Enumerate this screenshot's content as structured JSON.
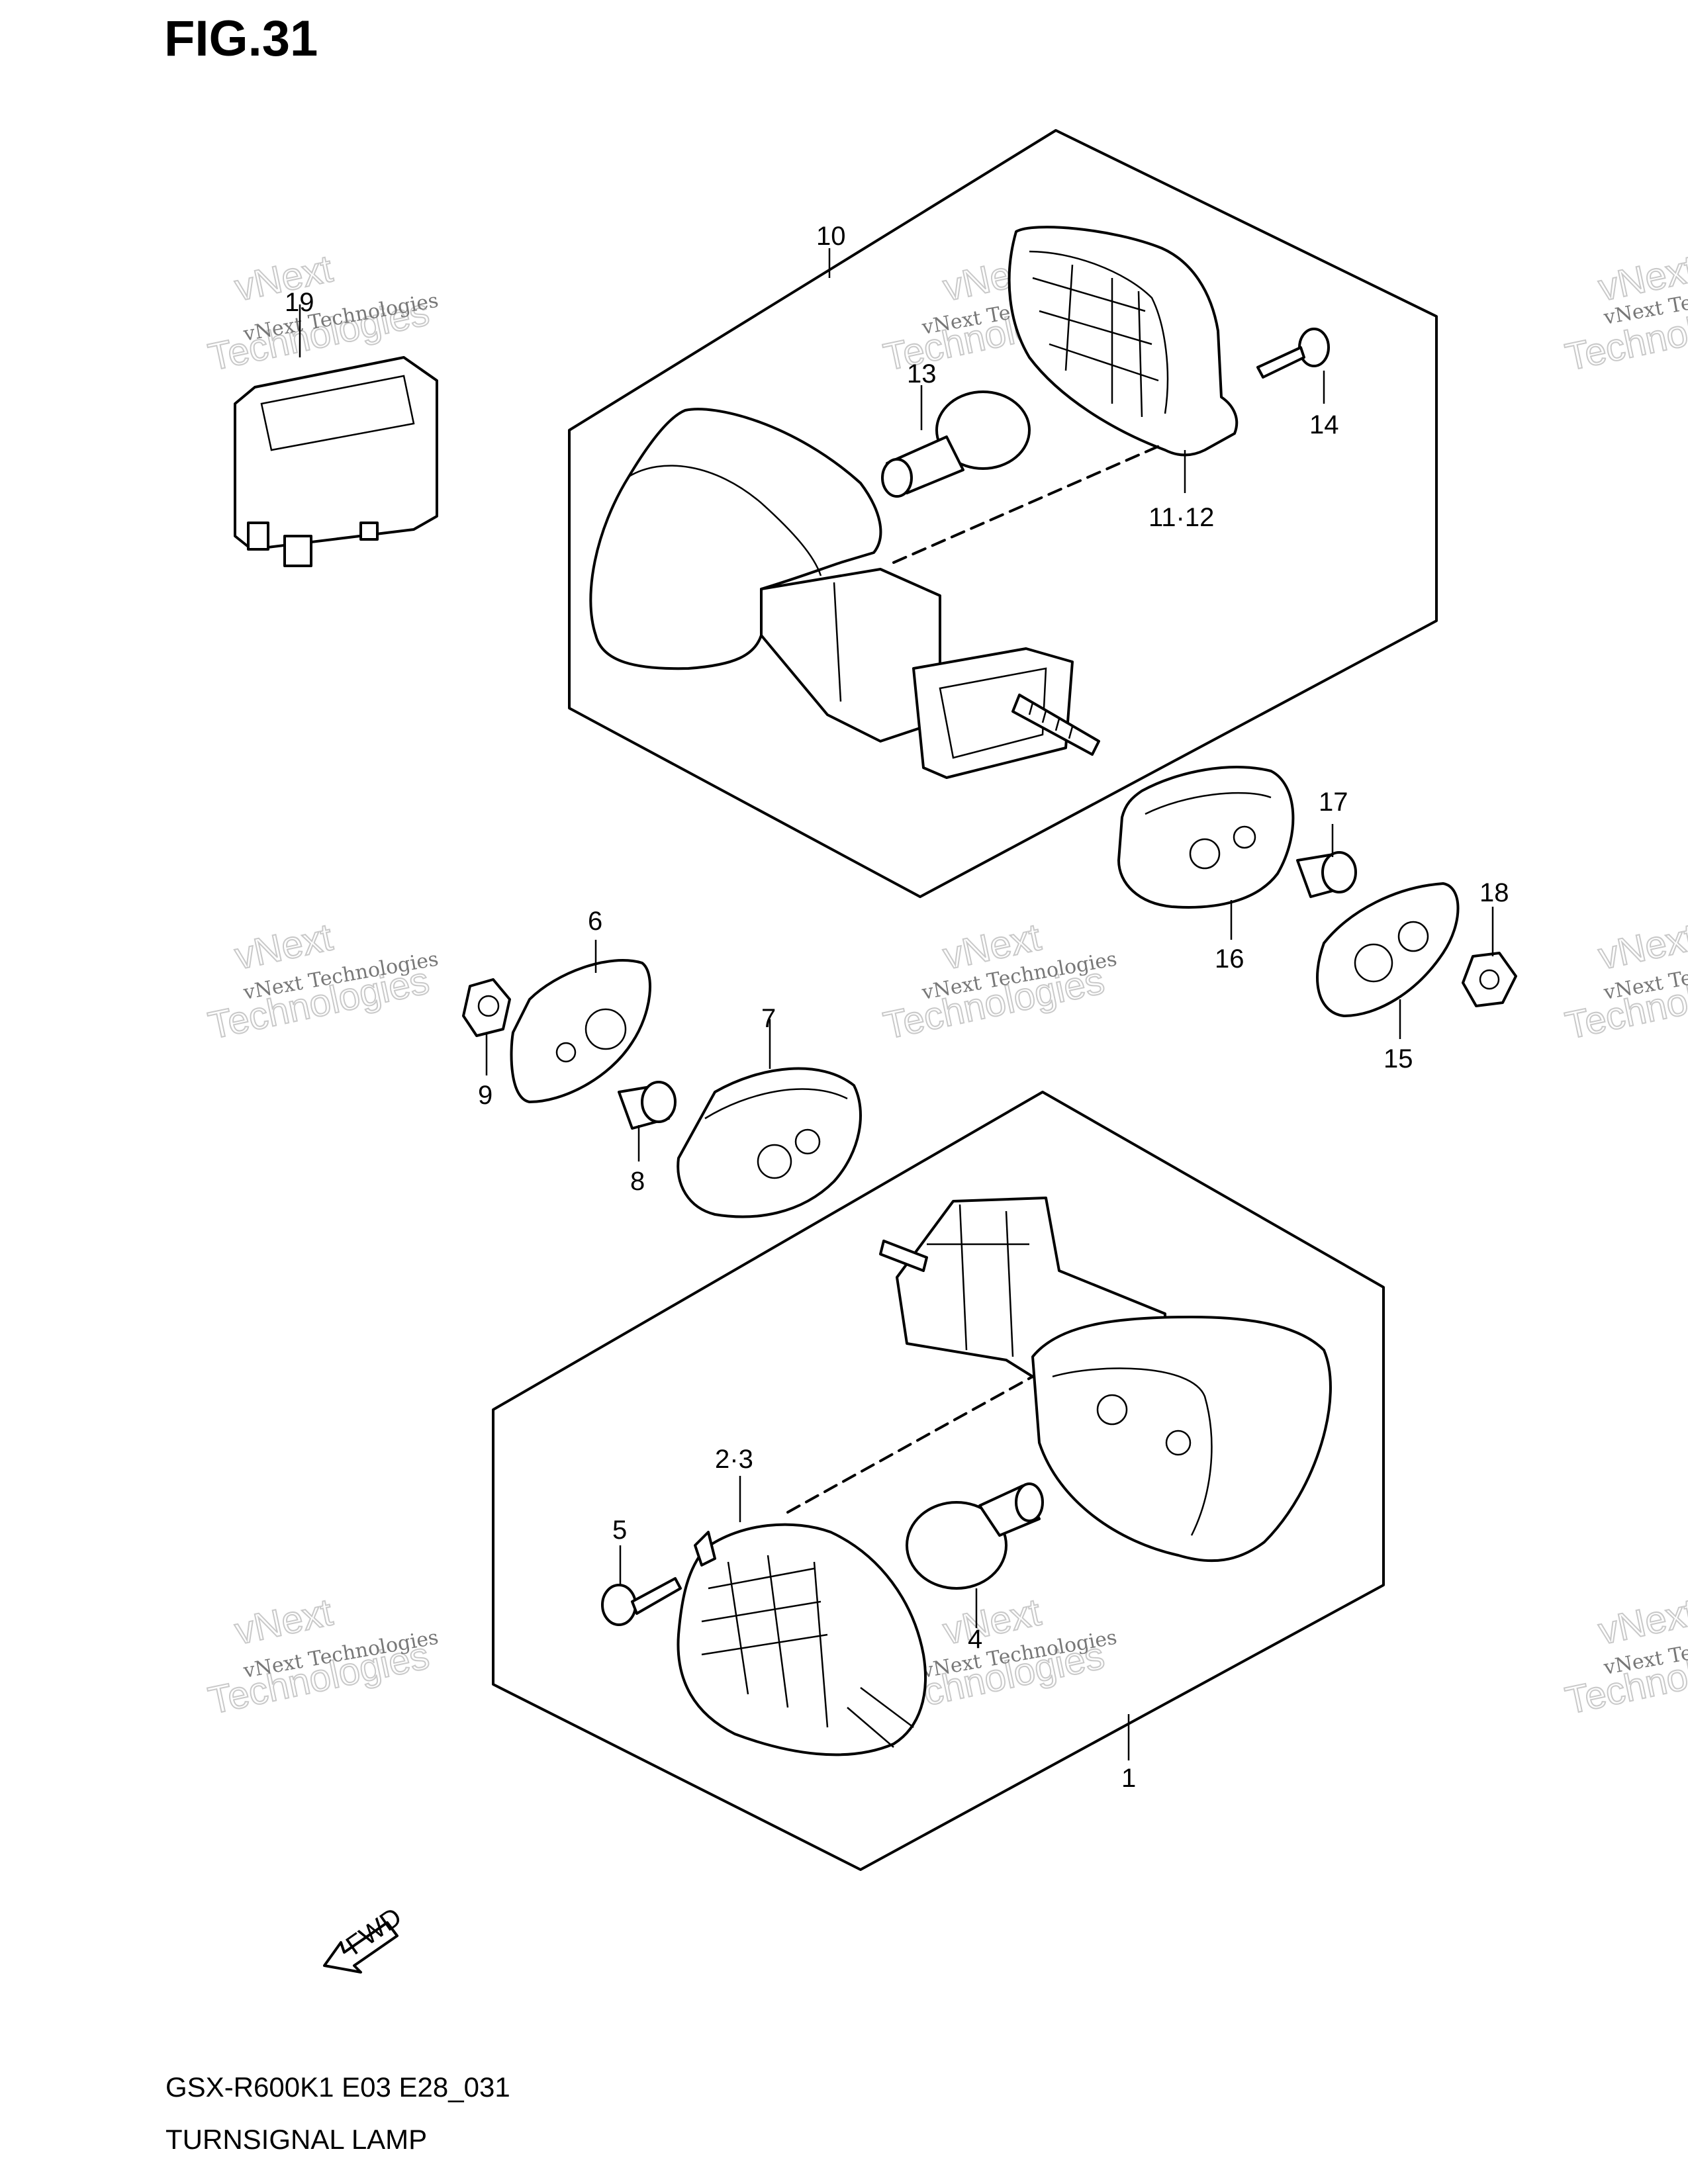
{
  "figure": {
    "title": "FIG.31"
  },
  "footer": {
    "model_code": "GSX-R600K1 E03 E28_031",
    "name": "TURNSIGNAL LAMP"
  },
  "watermark": {
    "line1": "vNext Technologies",
    "line2": "vNext",
    "line3": "Technologies"
  },
  "fwd_mark": {
    "text": "FWD",
    "icon": "fwd-arrow-icon"
  },
  "callouts": [
    {
      "id": "c1",
      "text": "1"
    },
    {
      "id": "c23",
      "text": "2·3"
    },
    {
      "id": "c4",
      "text": "4"
    },
    {
      "id": "c5",
      "text": "5"
    },
    {
      "id": "c6",
      "text": "6"
    },
    {
      "id": "c7",
      "text": "7"
    },
    {
      "id": "c8",
      "text": "8"
    },
    {
      "id": "c9",
      "text": "9"
    },
    {
      "id": "c10",
      "text": "10"
    },
    {
      "id": "c1112",
      "text": "11·12"
    },
    {
      "id": "c13",
      "text": "13"
    },
    {
      "id": "c14",
      "text": "14"
    },
    {
      "id": "c15",
      "text": "15"
    },
    {
      "id": "c16",
      "text": "16"
    },
    {
      "id": "c17",
      "text": "17"
    },
    {
      "id": "c18",
      "text": "18"
    },
    {
      "id": "c19",
      "text": "19"
    }
  ]
}
